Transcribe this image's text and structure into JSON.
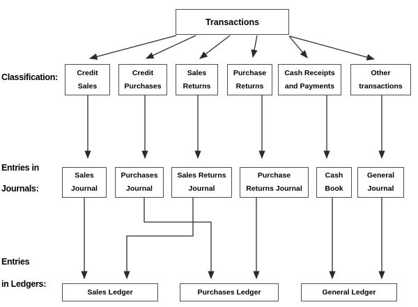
{
  "diagram": {
    "root": {
      "label": "Transactions"
    },
    "row_labels": {
      "classification": "Classification:",
      "journals_line1": "Entries in",
      "journals_line2": "Journals:",
      "ledgers_line1": "Entries",
      "ledgers_line2": "in Ledgers:"
    },
    "classification": [
      {
        "lines": [
          "Credit",
          "Sales"
        ]
      },
      {
        "lines": [
          "Credit",
          "Purchases"
        ]
      },
      {
        "lines": [
          "Sales",
          "Returns"
        ]
      },
      {
        "lines": [
          "Purchase",
          "Returns"
        ]
      },
      {
        "lines": [
          "Cash Receipts",
          "and Payments"
        ]
      },
      {
        "lines": [
          "Other",
          "transactions"
        ]
      }
    ],
    "journals": [
      {
        "lines": [
          "Sales",
          "Journal"
        ]
      },
      {
        "lines": [
          "Purchases",
          "Journal"
        ]
      },
      {
        "lines": [
          "Sales Returns",
          "Journal"
        ]
      },
      {
        "lines": [
          "Purchase",
          "Returns Journal"
        ]
      },
      {
        "lines": [
          "Cash",
          "Book"
        ]
      },
      {
        "lines": [
          "General",
          "Journal"
        ]
      }
    ],
    "ledgers": [
      {
        "label": "Sales Ledger"
      },
      {
        "label": "Purchases Ledger"
      },
      {
        "label": "General Ledger"
      }
    ],
    "colors": {
      "line": "#2b2b2b",
      "border": "#4d4d4d",
      "text": "#000000",
      "background": "#ffffff"
    }
  }
}
